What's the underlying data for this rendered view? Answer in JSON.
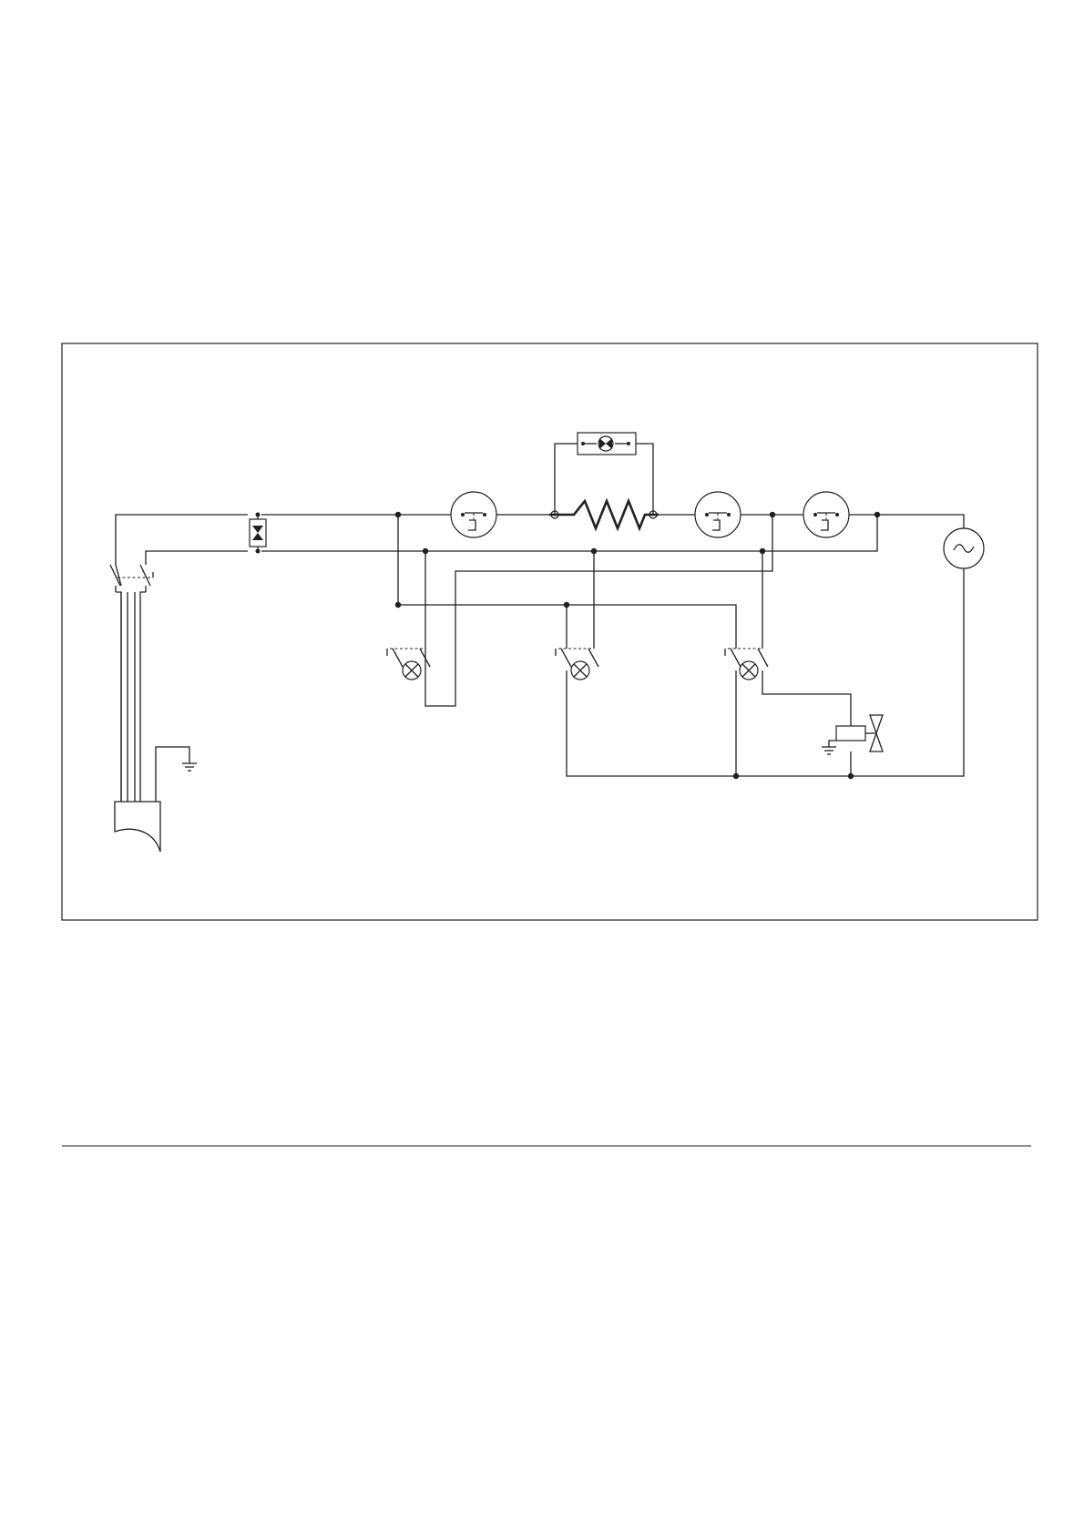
{
  "document": {
    "type": "electrical wiring schematic"
  },
  "diagram": {
    "colors": {
      "line": "#231f20",
      "background": "#ffffff"
    },
    "components": [
      {
        "id": "power-plug",
        "icon": "plug-icon"
      },
      {
        "id": "main-switch",
        "icon": "double-pole-switch-icon"
      },
      {
        "id": "earth",
        "icon": "ground-icon"
      },
      {
        "id": "pilot-lamp",
        "icon": "indicator-lamp-icon"
      },
      {
        "id": "thermostat-1",
        "icon": "thermostat-icon"
      },
      {
        "id": "heating-element",
        "icon": "resistor-icon"
      },
      {
        "id": "element-indicator",
        "icon": "indicator-lamp-icon"
      },
      {
        "id": "thermostat-2",
        "icon": "thermostat-icon"
      },
      {
        "id": "thermostat-3",
        "icon": "thermostat-icon"
      },
      {
        "id": "pump-motor",
        "icon": "ac-motor-icon"
      },
      {
        "id": "illuminated-switch-1",
        "icon": "lamp-switch-icon"
      },
      {
        "id": "illuminated-switch-2",
        "icon": "lamp-switch-icon"
      },
      {
        "id": "illuminated-switch-3",
        "icon": "lamp-switch-icon"
      },
      {
        "id": "solenoid-valve",
        "icon": "solenoid-valve-icon"
      }
    ]
  }
}
